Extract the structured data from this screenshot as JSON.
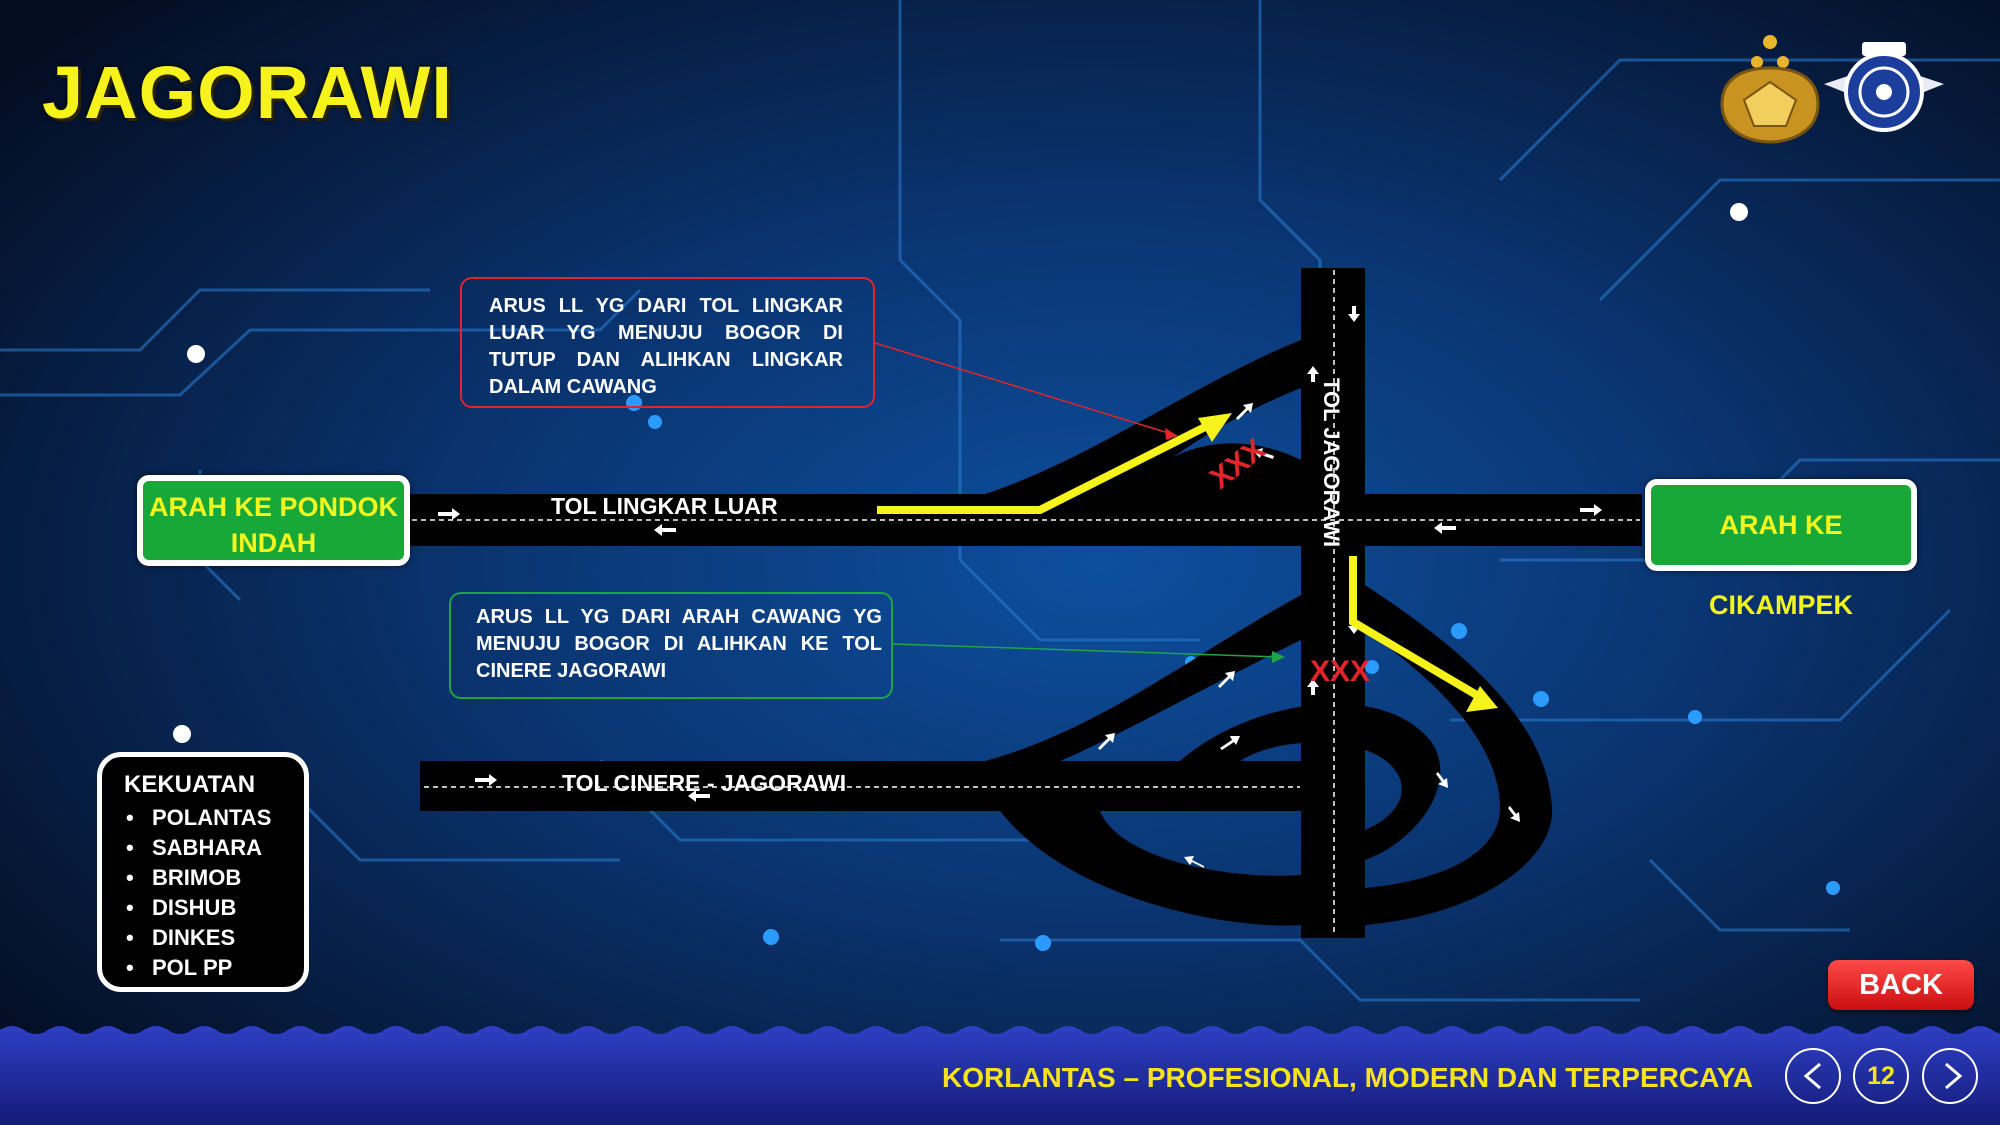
{
  "page_title": "JAGORAWI",
  "signs": {
    "left": "ARAH KE PONDOK INDAH",
    "right": "ARAH KE CIKAMPEK"
  },
  "roads": {
    "tol_lingkar_luar": "TOL LINGKAR LUAR",
    "tol_jagorawi": "TOL JAGORAWI",
    "tol_cinere": "TOL CINERE - JAGORAWI"
  },
  "callouts": {
    "red": "ARUS LL YG DARI TOL LINGKAR LUAR YG MENUJU BOGOR DI TUTUP DAN ALIHKAN LINGKAR DALAM CAWANG",
    "green": "ARUS LL YG DARI ARAH CAWANG YG MENUJU BOGOR DI ALIHKAN KE TOL CINERE JAGORAWI"
  },
  "closure_marks": {
    "upper": "XXX",
    "lower": "XXX"
  },
  "kekuatan": {
    "title": "KEKUATAN",
    "items": [
      "POLANTAS",
      "SABHARA",
      "BRIMOB",
      "DISHUB",
      "DINKES",
      "POL PP"
    ]
  },
  "back_label": "BACK",
  "footer": {
    "tagline": "KORLANTAS – PROFESIONAL, MODERN DAN TERPERCAYA",
    "page_number": "12"
  },
  "colors": {
    "title": "#f6f31c",
    "sign_green": "#17a837",
    "route_yellow": "#f6f31c",
    "closure_red": "#e2242b",
    "back_red": "#d81818",
    "footer_band": "#1d2a9e"
  },
  "icons": [
    "police-emblem-icon",
    "korlantas-emblem-icon",
    "chevron-left-icon",
    "chevron-right-icon"
  ]
}
